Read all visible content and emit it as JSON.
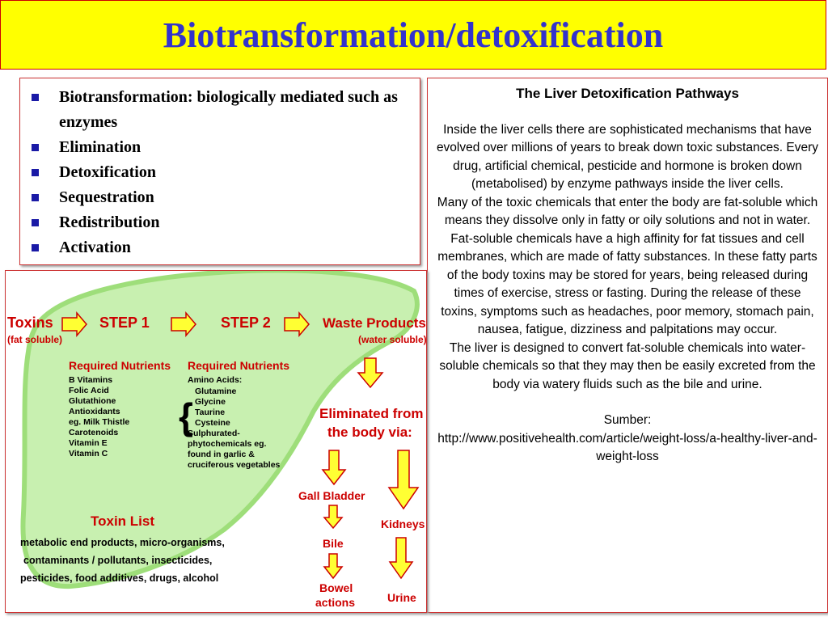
{
  "title": "Biotransformation/detoxification",
  "bullets": [
    "Biotransformation: biologically mediated such as enzymes",
    "Elimination",
    "Detoxification",
    "Sequestration",
    "Redistribution",
    "Activation"
  ],
  "panel": {
    "heading": "The Liver Detoxification Pathways",
    "p1": "Inside the liver cells there are sophisticated mechanisms that have evolved over millions of years to break down toxic substances. Every drug, artificial chemical, pesticide and hormone is broken down (metabolised) by enzyme pathways inside the liver cells.",
    "p2": "Many of the toxic chemicals that enter the body are fat-soluble which means they dissolve only in fatty or oily solutions and not in water. Fat-soluble chemicals have a high affinity for fat tissues and cell membranes, which are made of fatty substances. In these fatty parts of the body toxins may be stored for years, being released during times of exercise, stress or fasting. During the release of these toxins, symptoms such as headaches, poor memory, stomach pain, nausea, fatigue, dizziness and palpitations may occur.",
    "p3": "The liver is designed to convert fat-soluble chemicals into water-soluble chemicals so that they may then be easily excreted from the body via watery fluids such as the bile and urine.",
    "source_label": "Sumber:",
    "source_url": "http://www.positivehealth.com/article/weight-loss/a-healthy-liver-and-weight-loss"
  },
  "diagram": {
    "toxins": "Toxins",
    "toxins_sub": "(fat soluble)",
    "step1": "STEP 1",
    "step2": "STEP 2",
    "waste": "Waste Products",
    "waste_sub": "(water soluble)",
    "req1_title": "Required Nutrients",
    "req1_items": [
      "B Vitamins",
      "Folic Acid",
      "Glutathione",
      "Antioxidants",
      "eg. Milk Thistle",
      "Carotenoids",
      "Vitamin E",
      "Vitamin C"
    ],
    "req2_title": "Required Nutrients",
    "req2_sub": "Amino Acids:",
    "req2_items": [
      "Glutamine",
      "Glycine",
      "Taurine",
      "Cysteine"
    ],
    "req2_extra": [
      "Sulphurated-",
      "phytochemicals eg.",
      "found in garlic &",
      "cruciferous vegetables"
    ],
    "elim_line1": "Eliminated from",
    "elim_line2": "the body via:",
    "gall": "Gall Bladder",
    "bile": "Bile",
    "bowel1": "Bowel",
    "bowel2": "actions",
    "kidneys": "Kidneys",
    "urine": "Urine",
    "toxin_list_title": "Toxin List",
    "toxin_list": [
      "metabolic end products, micro-organisms,",
      "contaminants / pollutants, insecticides,",
      "pesticides, food additives, drugs, alcohol"
    ],
    "colors": {
      "liver_fill": "#c8f0b0",
      "liver_stroke": "#9ede7a",
      "arrow_fill": "#ffff33",
      "arrow_stroke": "#cc0000"
    }
  }
}
